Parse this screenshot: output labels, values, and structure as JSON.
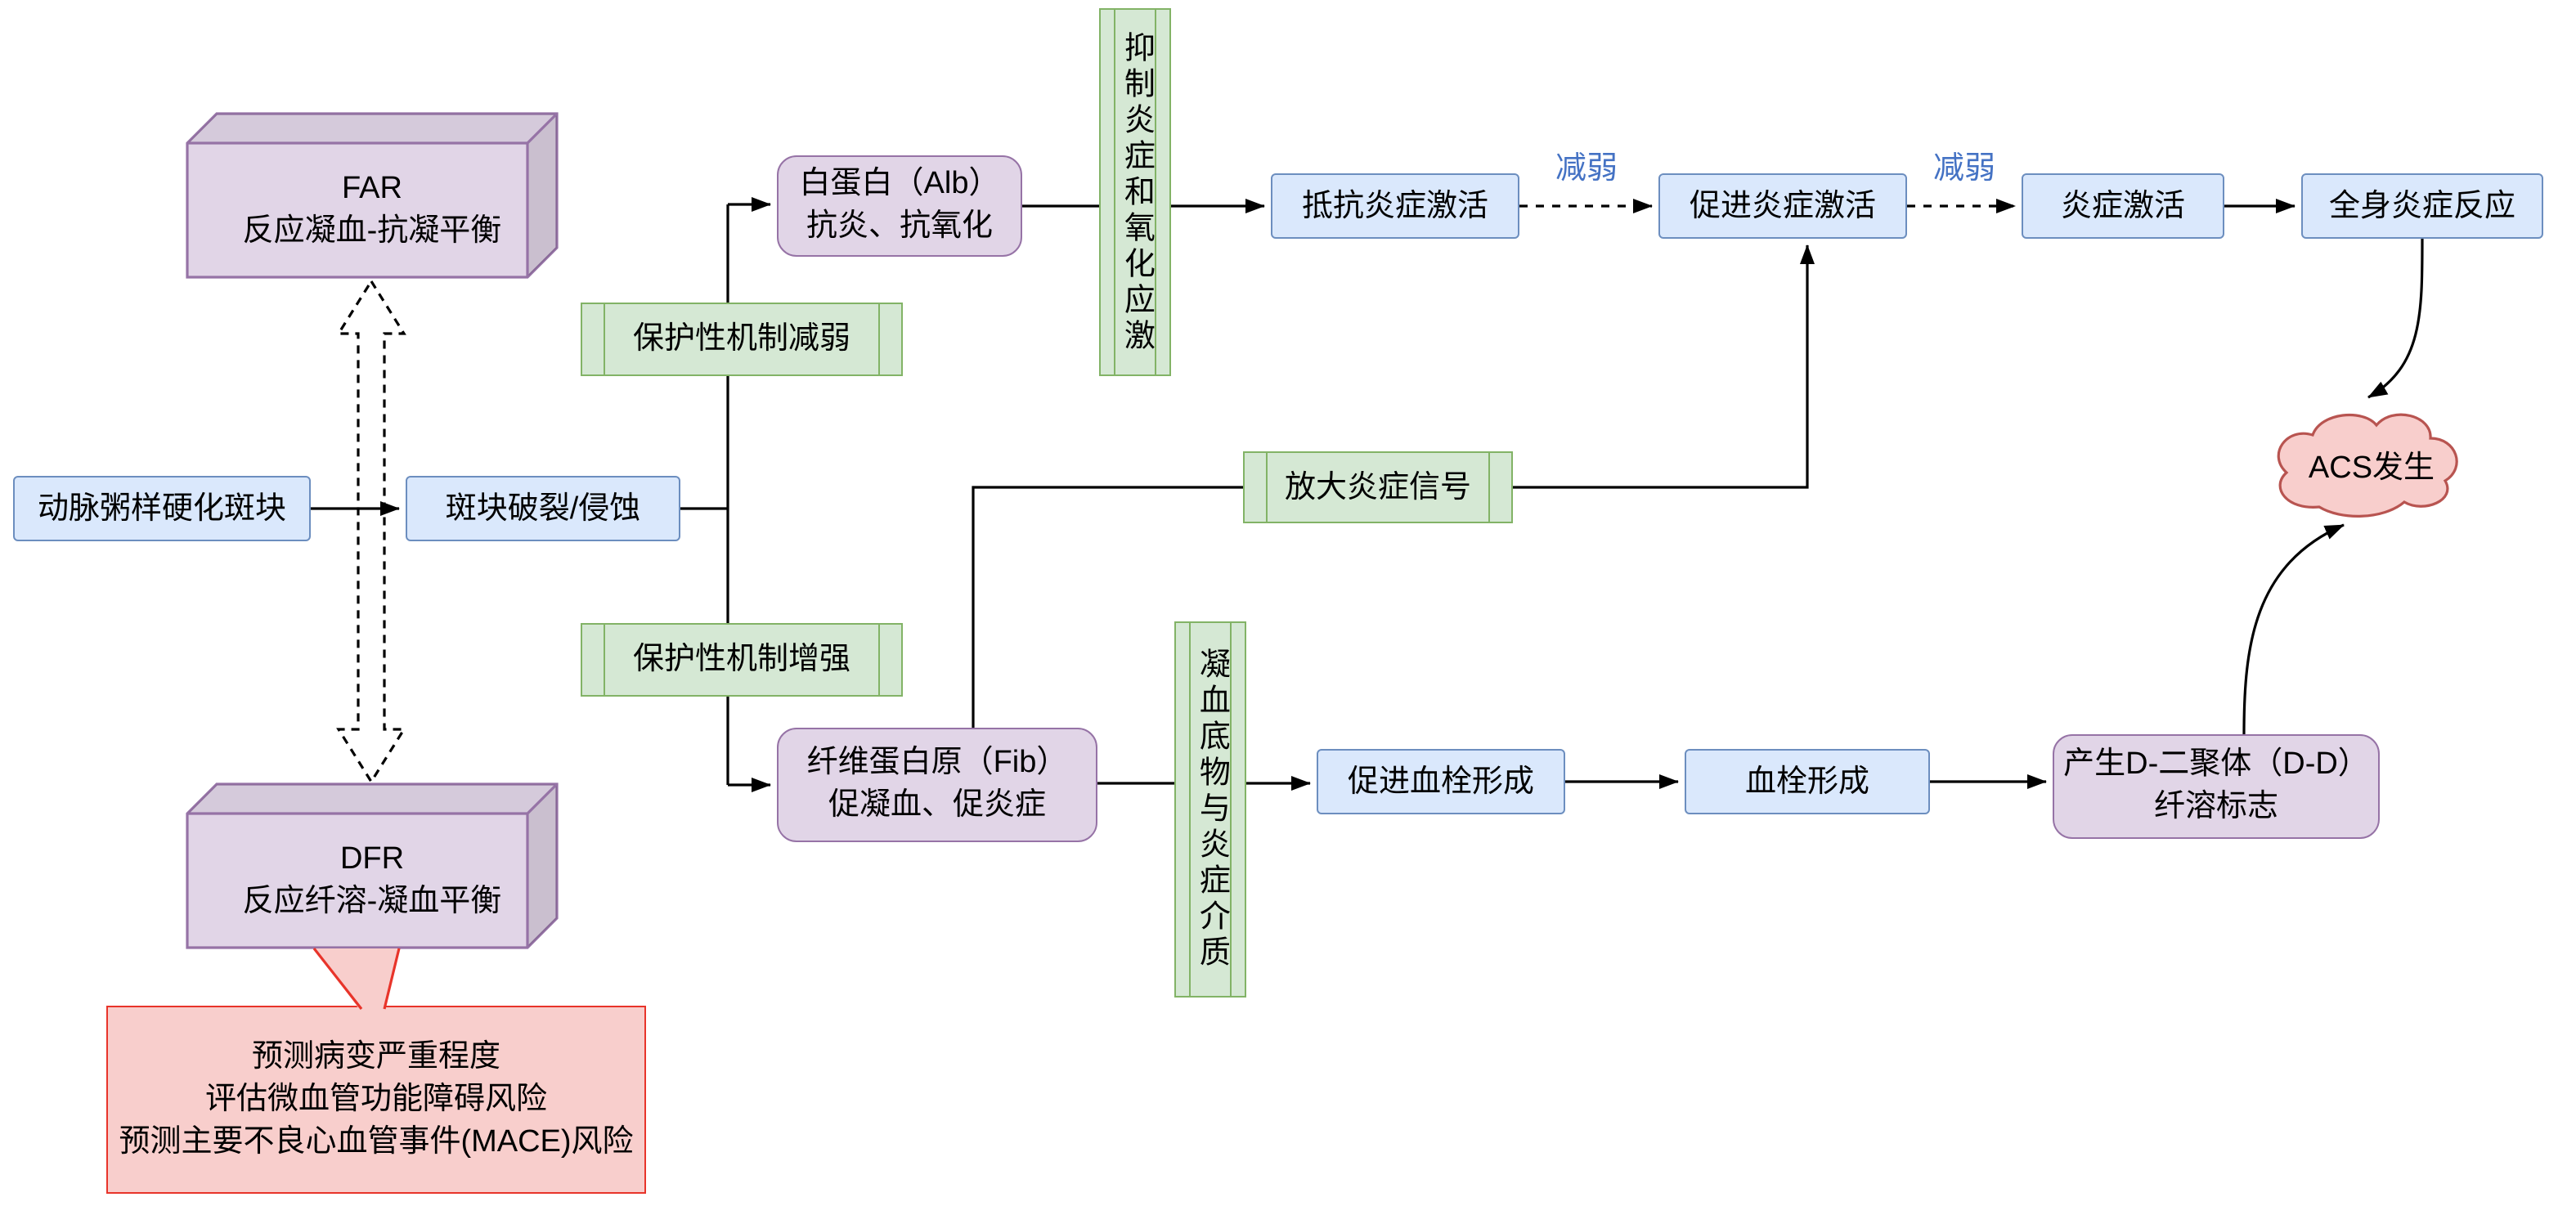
{
  "colors": {
    "blue_fill": "#dae8fc",
    "blue_stroke": "#6c8ebf",
    "purple_fill": "#e1d5e7",
    "purple_stroke": "#9673a6",
    "green_fill": "#d5e8d4",
    "green_stroke": "#82b366",
    "pink_fill": "#f8cecc",
    "pink_stroke": "#b85450",
    "callout_stroke": "#e8342a",
    "edge_label_blue": "#4472c4",
    "line_black": "#000000"
  },
  "nodes": {
    "far": {
      "title": "FAR",
      "subtitle": "反应凝血-抗凝平衡"
    },
    "dfr": {
      "title": "DFR",
      "subtitle": "反应纤溶-凝血平衡"
    },
    "callout": {
      "lines": [
        "预测病变严重程度",
        "评估微血管功能障碍风险",
        "预测主要不良心血管事件(MACE)风险"
      ]
    },
    "plaque": "动脉粥样硬化斑块",
    "rupture": "斑块破裂/侵蚀",
    "mech_weaken": "保护性机制减弱",
    "mech_strengthen": "保护性机制增强",
    "albumin": {
      "line1": "白蛋白（Alb）",
      "line2": "抗炎、抗氧化"
    },
    "fibrinogen": {
      "line1": "纤维蛋白原（Fib）",
      "line2": "促凝血、促炎症"
    },
    "inhibit": "抑制炎症和氧化应激",
    "substrate": "凝血底物与炎症介质",
    "resist": "抵抗炎症激活",
    "promote": "促进炎症激活",
    "activation": "炎症激活",
    "systemic": "全身炎症反应",
    "amplify": "放大炎症信号",
    "thrombus_promote": "促进血栓形成",
    "thrombus": "血栓形成",
    "ddimer": {
      "line1": "产生D-二聚体（D-D）",
      "line2": "纤溶标志"
    },
    "acs": "ACS发生"
  },
  "edge_labels": {
    "weaken1": "减弱",
    "weaken2": "减弱"
  }
}
